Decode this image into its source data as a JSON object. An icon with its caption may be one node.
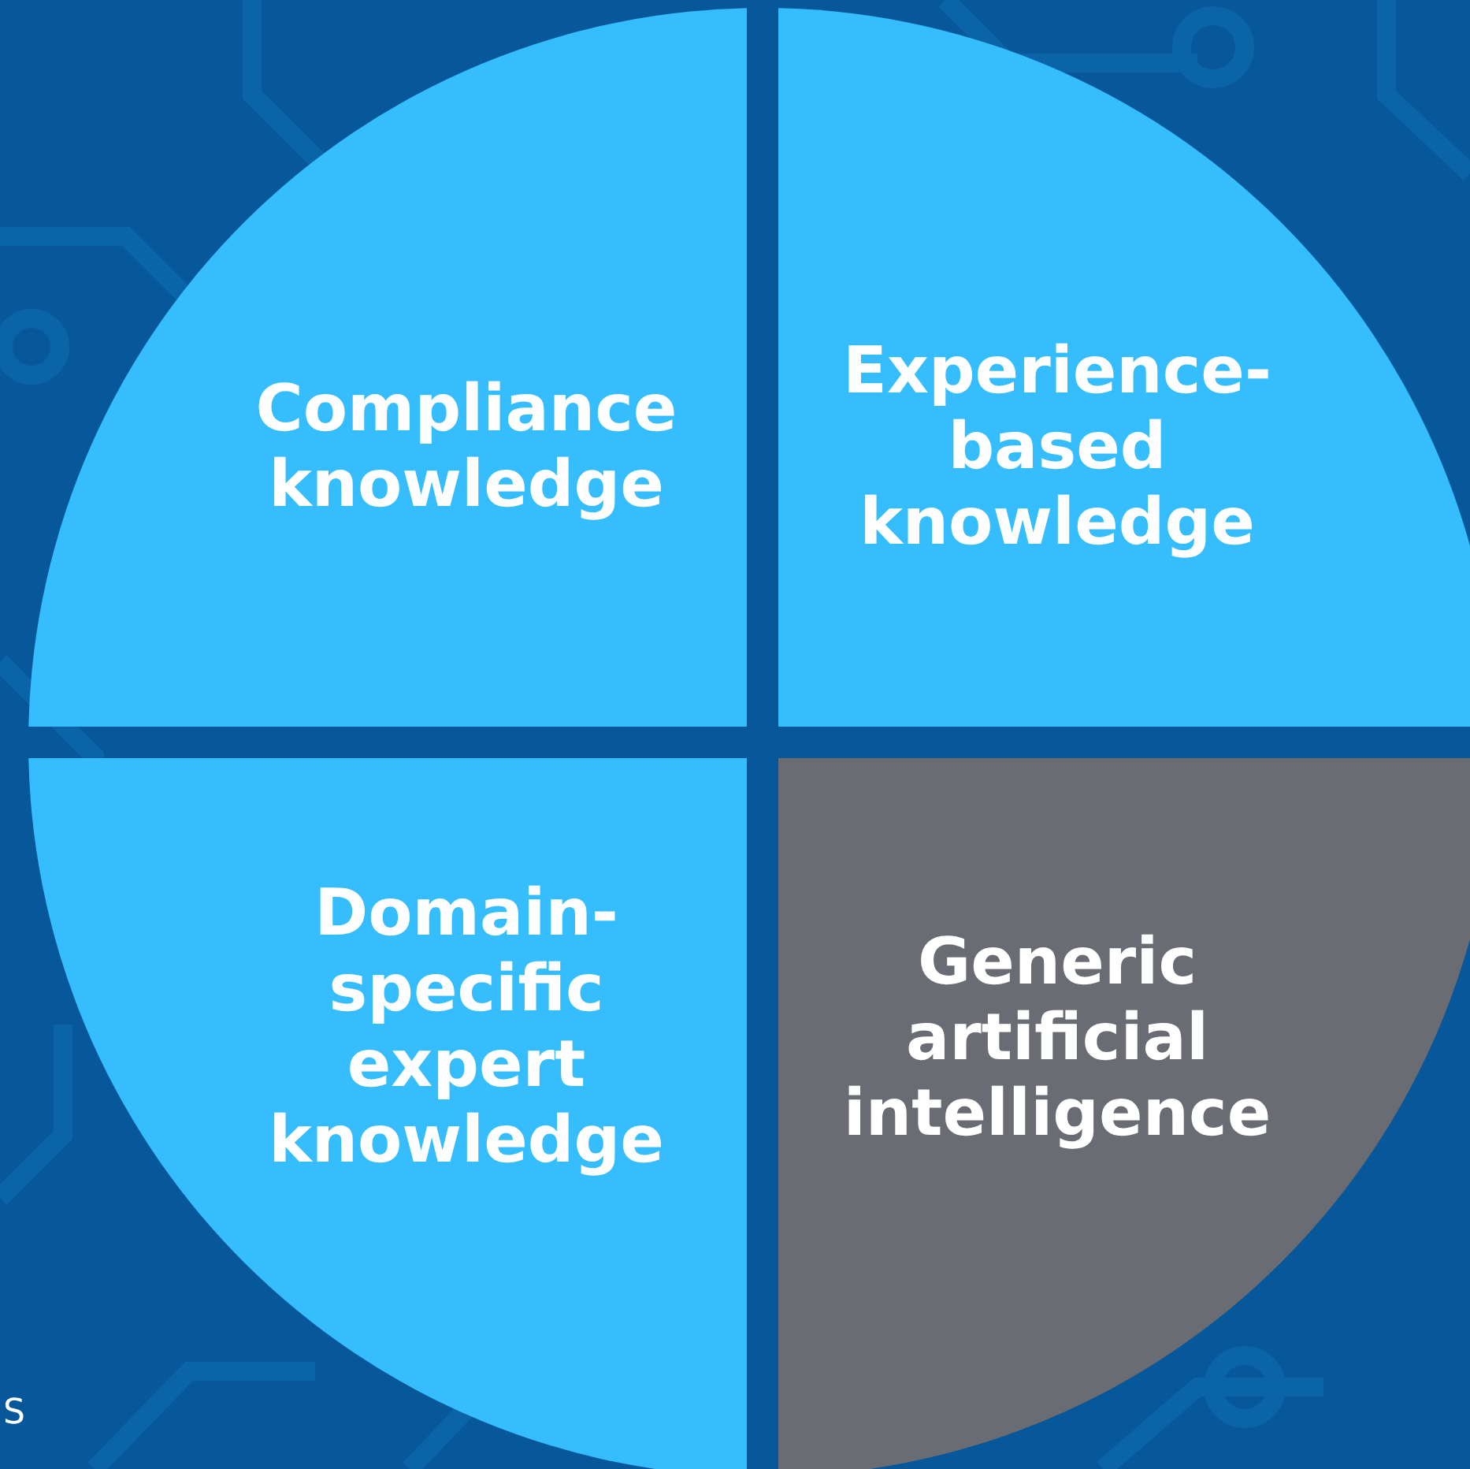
{
  "diagram": {
    "nodes": [
      {
        "text": [
          "Compliance knowledge"
        ]
      },
      {
        "text": [
          "Experience-based knowledge"
        ]
      },
      {
        "text": [
          "Domain-specific expert knowledge"
        ]
      },
      {
        "text": [
          "Generic artificial intelligence"
        ]
      }
    ],
    "labels": [
      "S"
    ]
  }
}
